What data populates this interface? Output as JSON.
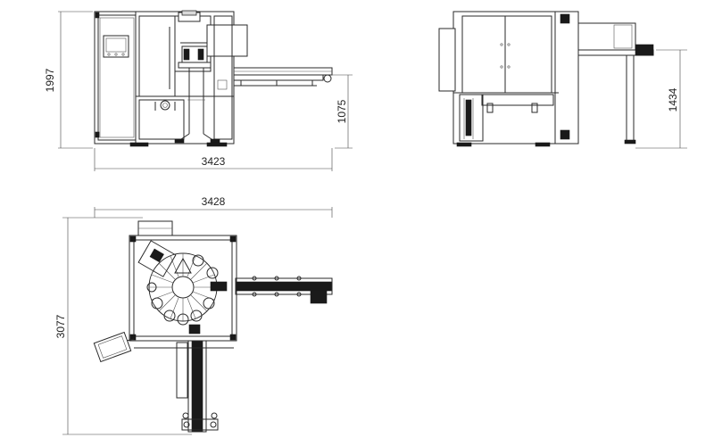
{
  "dimensions": {
    "front_width": "3423",
    "front_height": "1997",
    "front_conveyor_height": "1075",
    "side_height": "1434",
    "top_width": "3428",
    "top_depth": "3077"
  },
  "colors": {
    "line": "#2a2a2a",
    "fill_dark": "#1a1a1a",
    "background": "#ffffff"
  }
}
